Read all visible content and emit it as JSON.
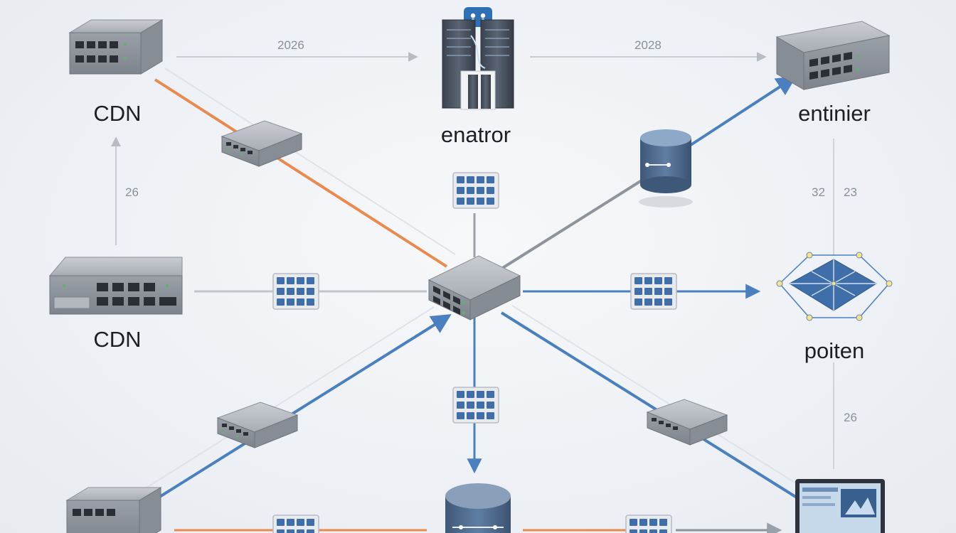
{
  "nodes": {
    "cdn_top": {
      "label": "CDN"
    },
    "cdn_mid": {
      "label": "CDN"
    },
    "server_top": {
      "label": "enatror"
    },
    "switch_right": {
      "label": "entinier"
    },
    "mesh_right": {
      "label": "poiten"
    }
  },
  "edge_labels": {
    "top_left": "2026",
    "top_right": "2028",
    "left_vertical": "26",
    "right_vertical_a": "32",
    "right_vertical_b": "23",
    "right_vertical_c": "26"
  },
  "colors": {
    "orange_link": "#e98a4f",
    "blue_link": "#4a7fc0",
    "gray_link": "#b7bcc3",
    "switch_body": "#8f949b",
    "port_blue": "#3f6ea8",
    "db_body": "#4f6a8c"
  }
}
